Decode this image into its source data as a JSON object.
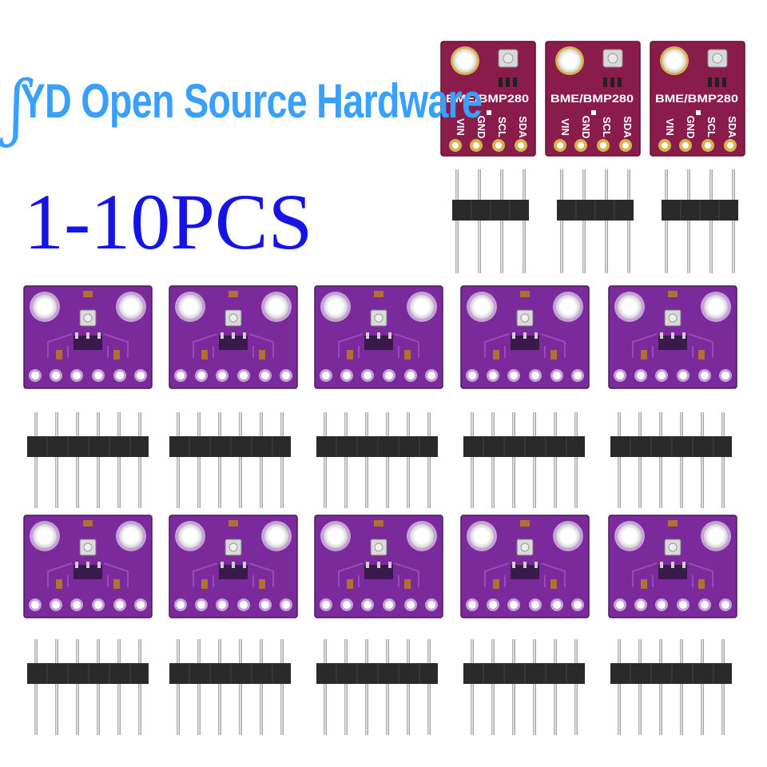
{
  "brand": {
    "hook": "ʃ",
    "text": "YD Open Source Hardware"
  },
  "quantity_text": "1-10PCS",
  "silkscreen": {
    "chip_label": "BME/BMP280",
    "pins": [
      "VIN",
      "GND",
      "SCL",
      "SDA"
    ]
  },
  "colors": {
    "brand_text": "#3aa0ff",
    "quantity_text": "#1414e6",
    "board_small": "#8a1c4c",
    "board_large": "#7a2a9a",
    "header_body": "#2a2a2a",
    "header_pin": "#d8d8d8"
  },
  "icons": [
    "sensor-board",
    "pin-header"
  ]
}
